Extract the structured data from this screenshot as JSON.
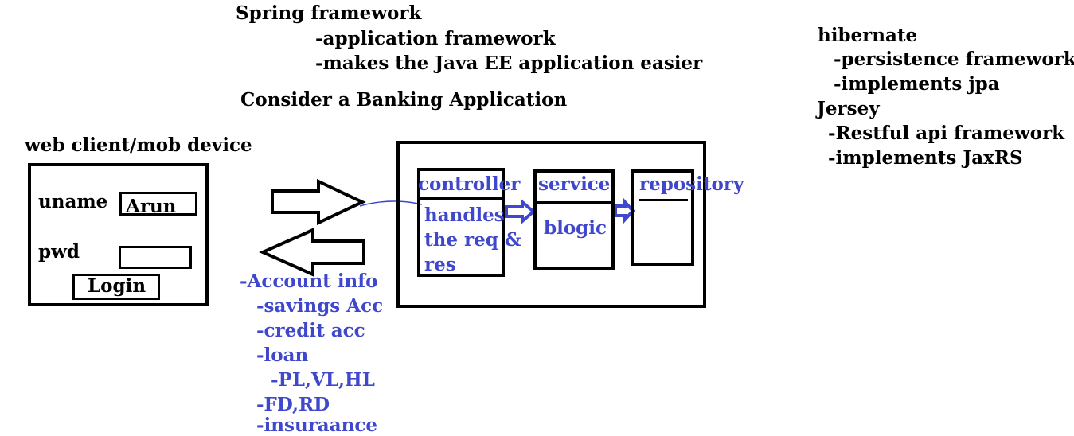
{
  "spring": {
    "title": "Spring framework",
    "points": [
      "-application framework",
      "-makes the Java EE application easier"
    ]
  },
  "banking": {
    "title": "Consider a Banking Application"
  },
  "client": {
    "caption": "web client/mob device",
    "uname_label": "uname",
    "uname_value": "Arun",
    "pwd_label": "pwd",
    "login_label": "Login"
  },
  "account": {
    "title": "-Account info",
    "items": [
      "-savings Acc",
      "-credit acc",
      "-loan"
    ],
    "loan_types": "-PL,VL,HL",
    "more_items": [
      "-FD,RD",
      "-insuraance"
    ]
  },
  "layers": {
    "controller": {
      "title": "controller",
      "desc_lines": [
        "handles",
        "the req &",
        "res"
      ]
    },
    "service": {
      "title": "service",
      "desc": "blogic"
    },
    "repository": {
      "title": "repository"
    }
  },
  "hibernate": {
    "title": "hibernate",
    "points": [
      "-persistence framework",
      "-implements jpa"
    ]
  },
  "jersey": {
    "title": "Jersey",
    "points": [
      "-Restful api framework",
      "-implements JaxRS"
    ]
  },
  "colors": {
    "ink": "#000000",
    "annotation_blue": "#3f48cc",
    "background": "#ffffff"
  }
}
